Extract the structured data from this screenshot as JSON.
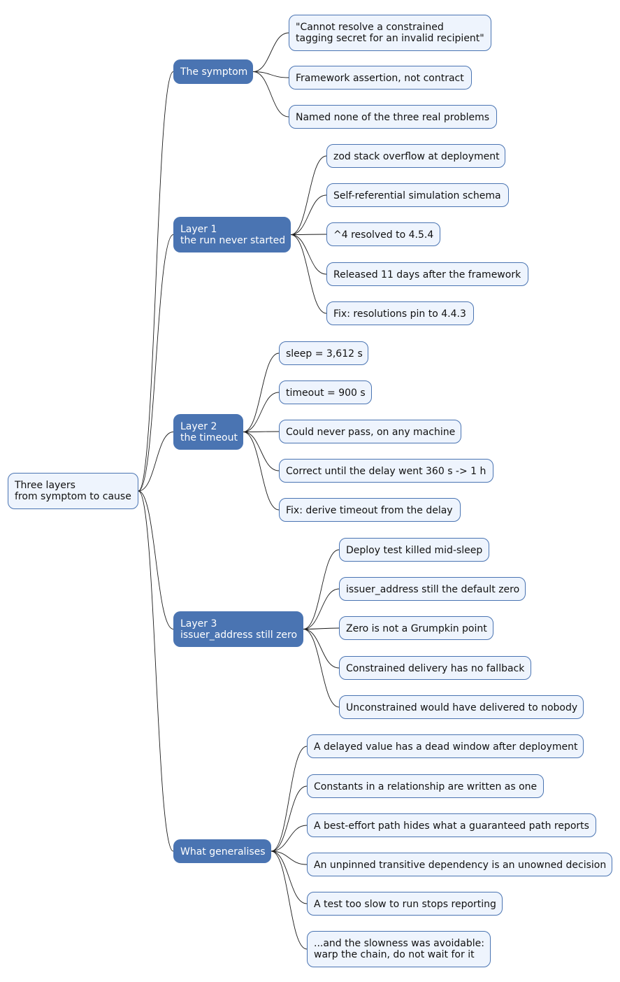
{
  "root": {
    "label": "Three layers\nfrom symptom to cause"
  },
  "branches": [
    {
      "label": "The symptom",
      "children": [
        "\"Cannot resolve a constrained\ntagging secret for an invalid recipient\"",
        "Framework assertion, not contract",
        "Named none of the three real problems"
      ]
    },
    {
      "label": "Layer 1\nthe run never started",
      "children": [
        "zod stack overflow at deployment",
        "Self-referential simulation schema",
        "^4 resolved to 4.5.4",
        "Released 11 days after the framework",
        "Fix: resolutions pin to 4.4.3"
      ]
    },
    {
      "label": "Layer 2\nthe timeout",
      "children": [
        "sleep = 3,612 s",
        "timeout = 900 s",
        "Could never pass, on any machine",
        "Correct until the delay went 360 s -> 1 h",
        "Fix: derive timeout from the delay"
      ]
    },
    {
      "label": "Layer 3\nissuer_address still zero",
      "children": [
        "Deploy test killed mid-sleep",
        "issuer_address still the default zero",
        "Zero is not a Grumpkin point",
        "Constrained delivery has no fallback",
        "Unconstrained would have delivered to nobody"
      ]
    },
    {
      "label": "What generalises",
      "children": [
        "A delayed value has a dead window after deployment",
        "Constants in a relationship are written as one",
        "A best-effort path hides what a guaranteed path reports",
        "An unpinned transitive dependency is an unowned decision",
        "A test too slow to run stops reporting",
        "...and the slowness was avoidable:\nwarp the chain, do not wait for it"
      ]
    }
  ]
}
